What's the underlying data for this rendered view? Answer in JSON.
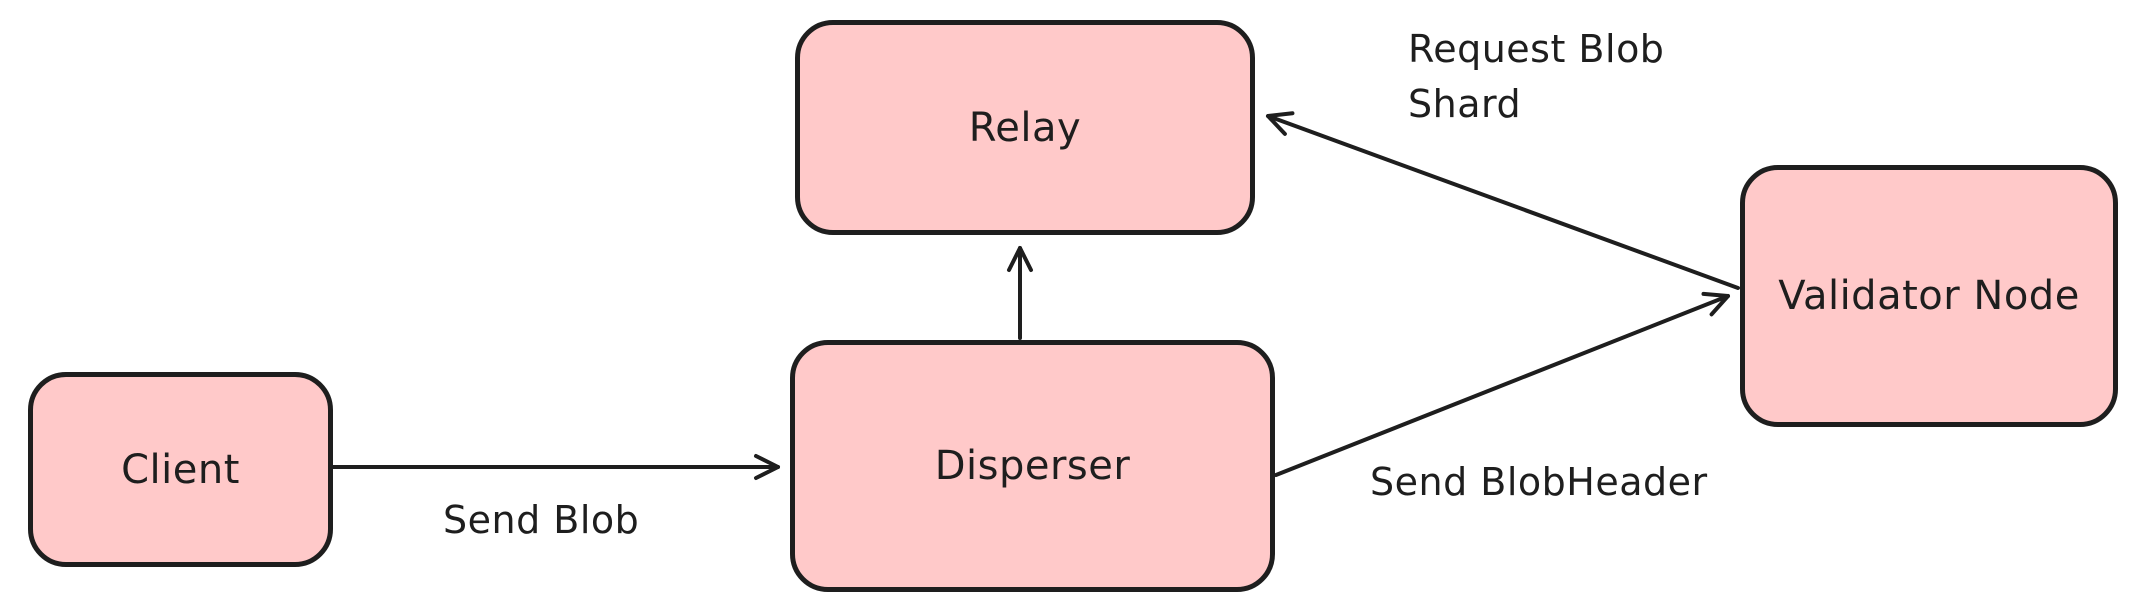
{
  "diagram": {
    "background": "#ffffff",
    "colors": {
      "node_fill": "#ffc9c9",
      "node_stroke": "#1e1e1e",
      "edge_stroke": "#1e1e1e",
      "label_color": "#1e1e1e"
    },
    "nodes": [
      {
        "id": "client",
        "label": "Client"
      },
      {
        "id": "disperser",
        "label": "Disperser"
      },
      {
        "id": "relay",
        "label": "Relay"
      },
      {
        "id": "validator_node",
        "label": "Validator Node"
      }
    ],
    "edges": [
      {
        "id": "client-to-disperser",
        "from": "client",
        "to": "disperser",
        "label": "Send Blob"
      },
      {
        "id": "disperser-to-relay",
        "from": "disperser",
        "to": "relay",
        "label": ""
      },
      {
        "id": "disperser-to-validator",
        "from": "disperser",
        "to": "validator_node",
        "label": "Send BlobHeader"
      },
      {
        "id": "validator-to-relay",
        "from": "validator_node",
        "to": "relay",
        "label": "Request Blob Shard"
      }
    ]
  }
}
